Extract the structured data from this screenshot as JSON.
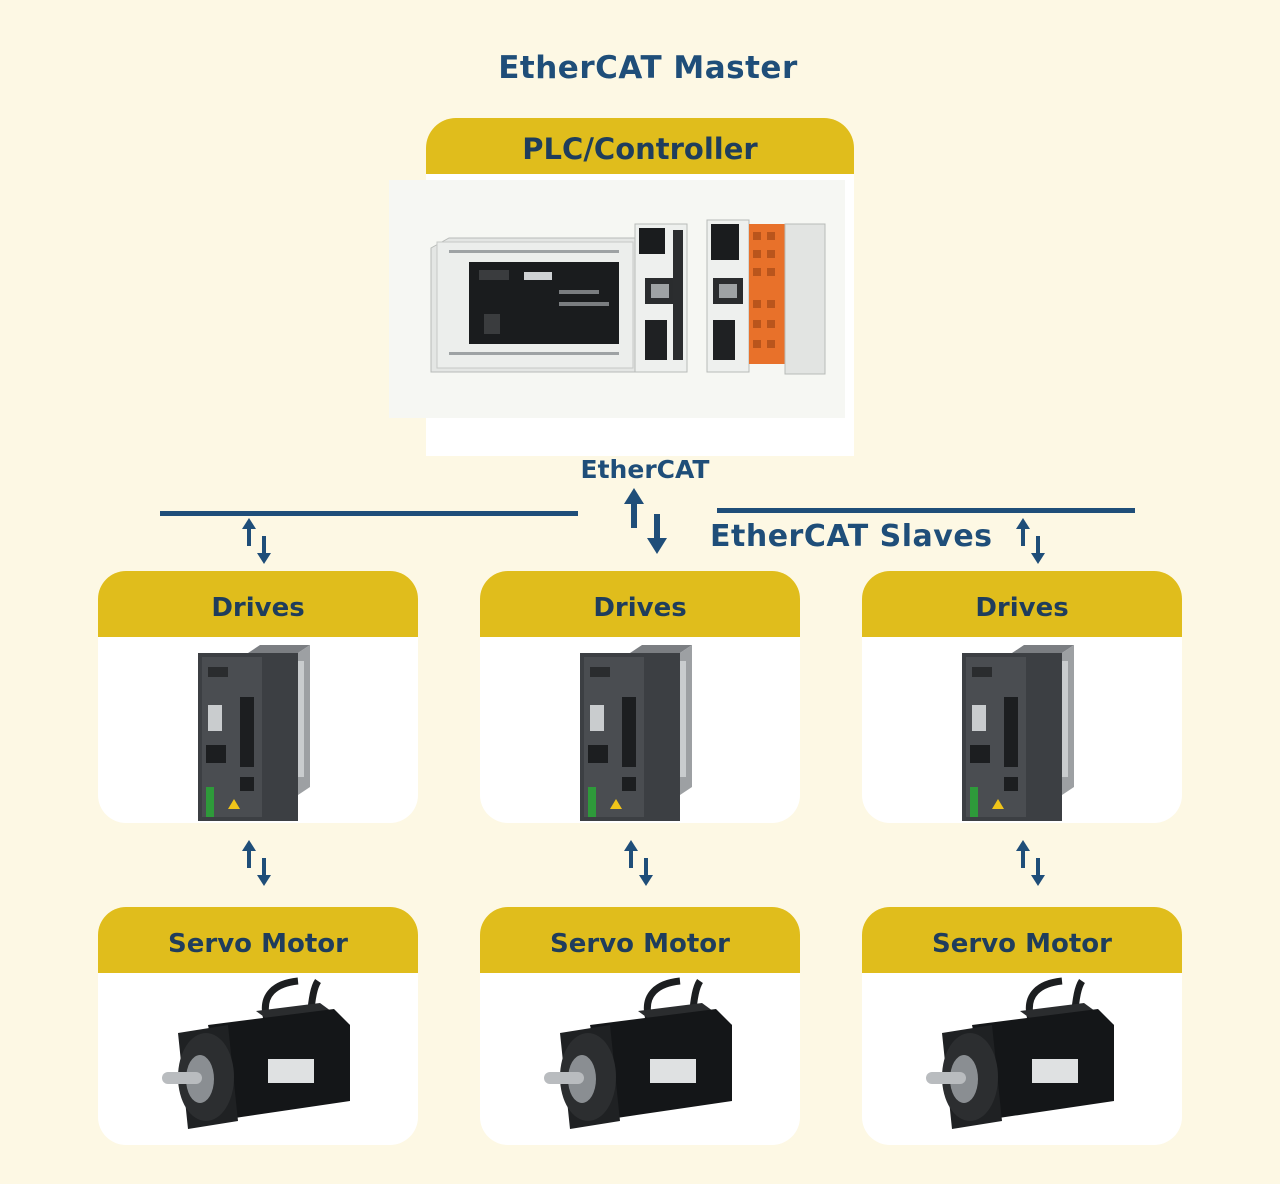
{
  "header": {
    "title": "EtherCAT Master"
  },
  "master": {
    "label": "PLC/Controller",
    "image": "plc-controller-photo"
  },
  "bus": {
    "label": "EtherCAT",
    "slaves_label": "EtherCAT Slaves",
    "line_color": "#1f4e79"
  },
  "slaves": [
    {
      "drive_label": "Drives",
      "motor_label": "Servo Motor"
    },
    {
      "drive_label": "Drives",
      "motor_label": "Servo Motor"
    },
    {
      "drive_label": "Drives",
      "motor_label": "Servo Motor"
    }
  ],
  "colors": {
    "background": "#fdf8e4",
    "header_yellow": "#e0bd1c",
    "text_navy": "#1f4e79",
    "card": "#ffffff"
  },
  "icons": [
    "bidirectional-arrow-icon",
    "drive-icon",
    "servo-motor-icon",
    "plc-icon"
  ]
}
